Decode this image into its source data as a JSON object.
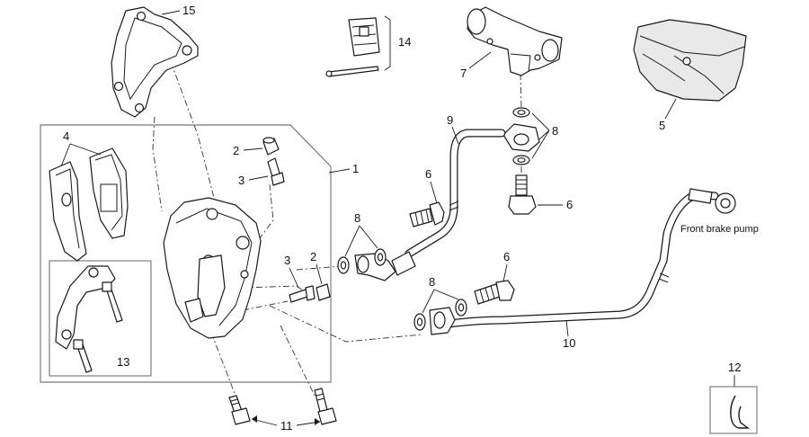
{
  "callouts": {
    "c1": "1",
    "c2a": "2",
    "c2b": "2",
    "c3a": "3",
    "c3b": "3",
    "c4": "4",
    "c5": "5",
    "c6a": "6",
    "c6b": "6",
    "c6c": "6",
    "c7": "7",
    "c8a": "8",
    "c8b": "8",
    "c8c": "8",
    "c9": "9",
    "c10": "10",
    "c11": "11",
    "c12": "12",
    "c13": "13",
    "c14": "14",
    "c15": "15"
  },
  "labels": {
    "front_brake_pump": "Front brake pump"
  }
}
